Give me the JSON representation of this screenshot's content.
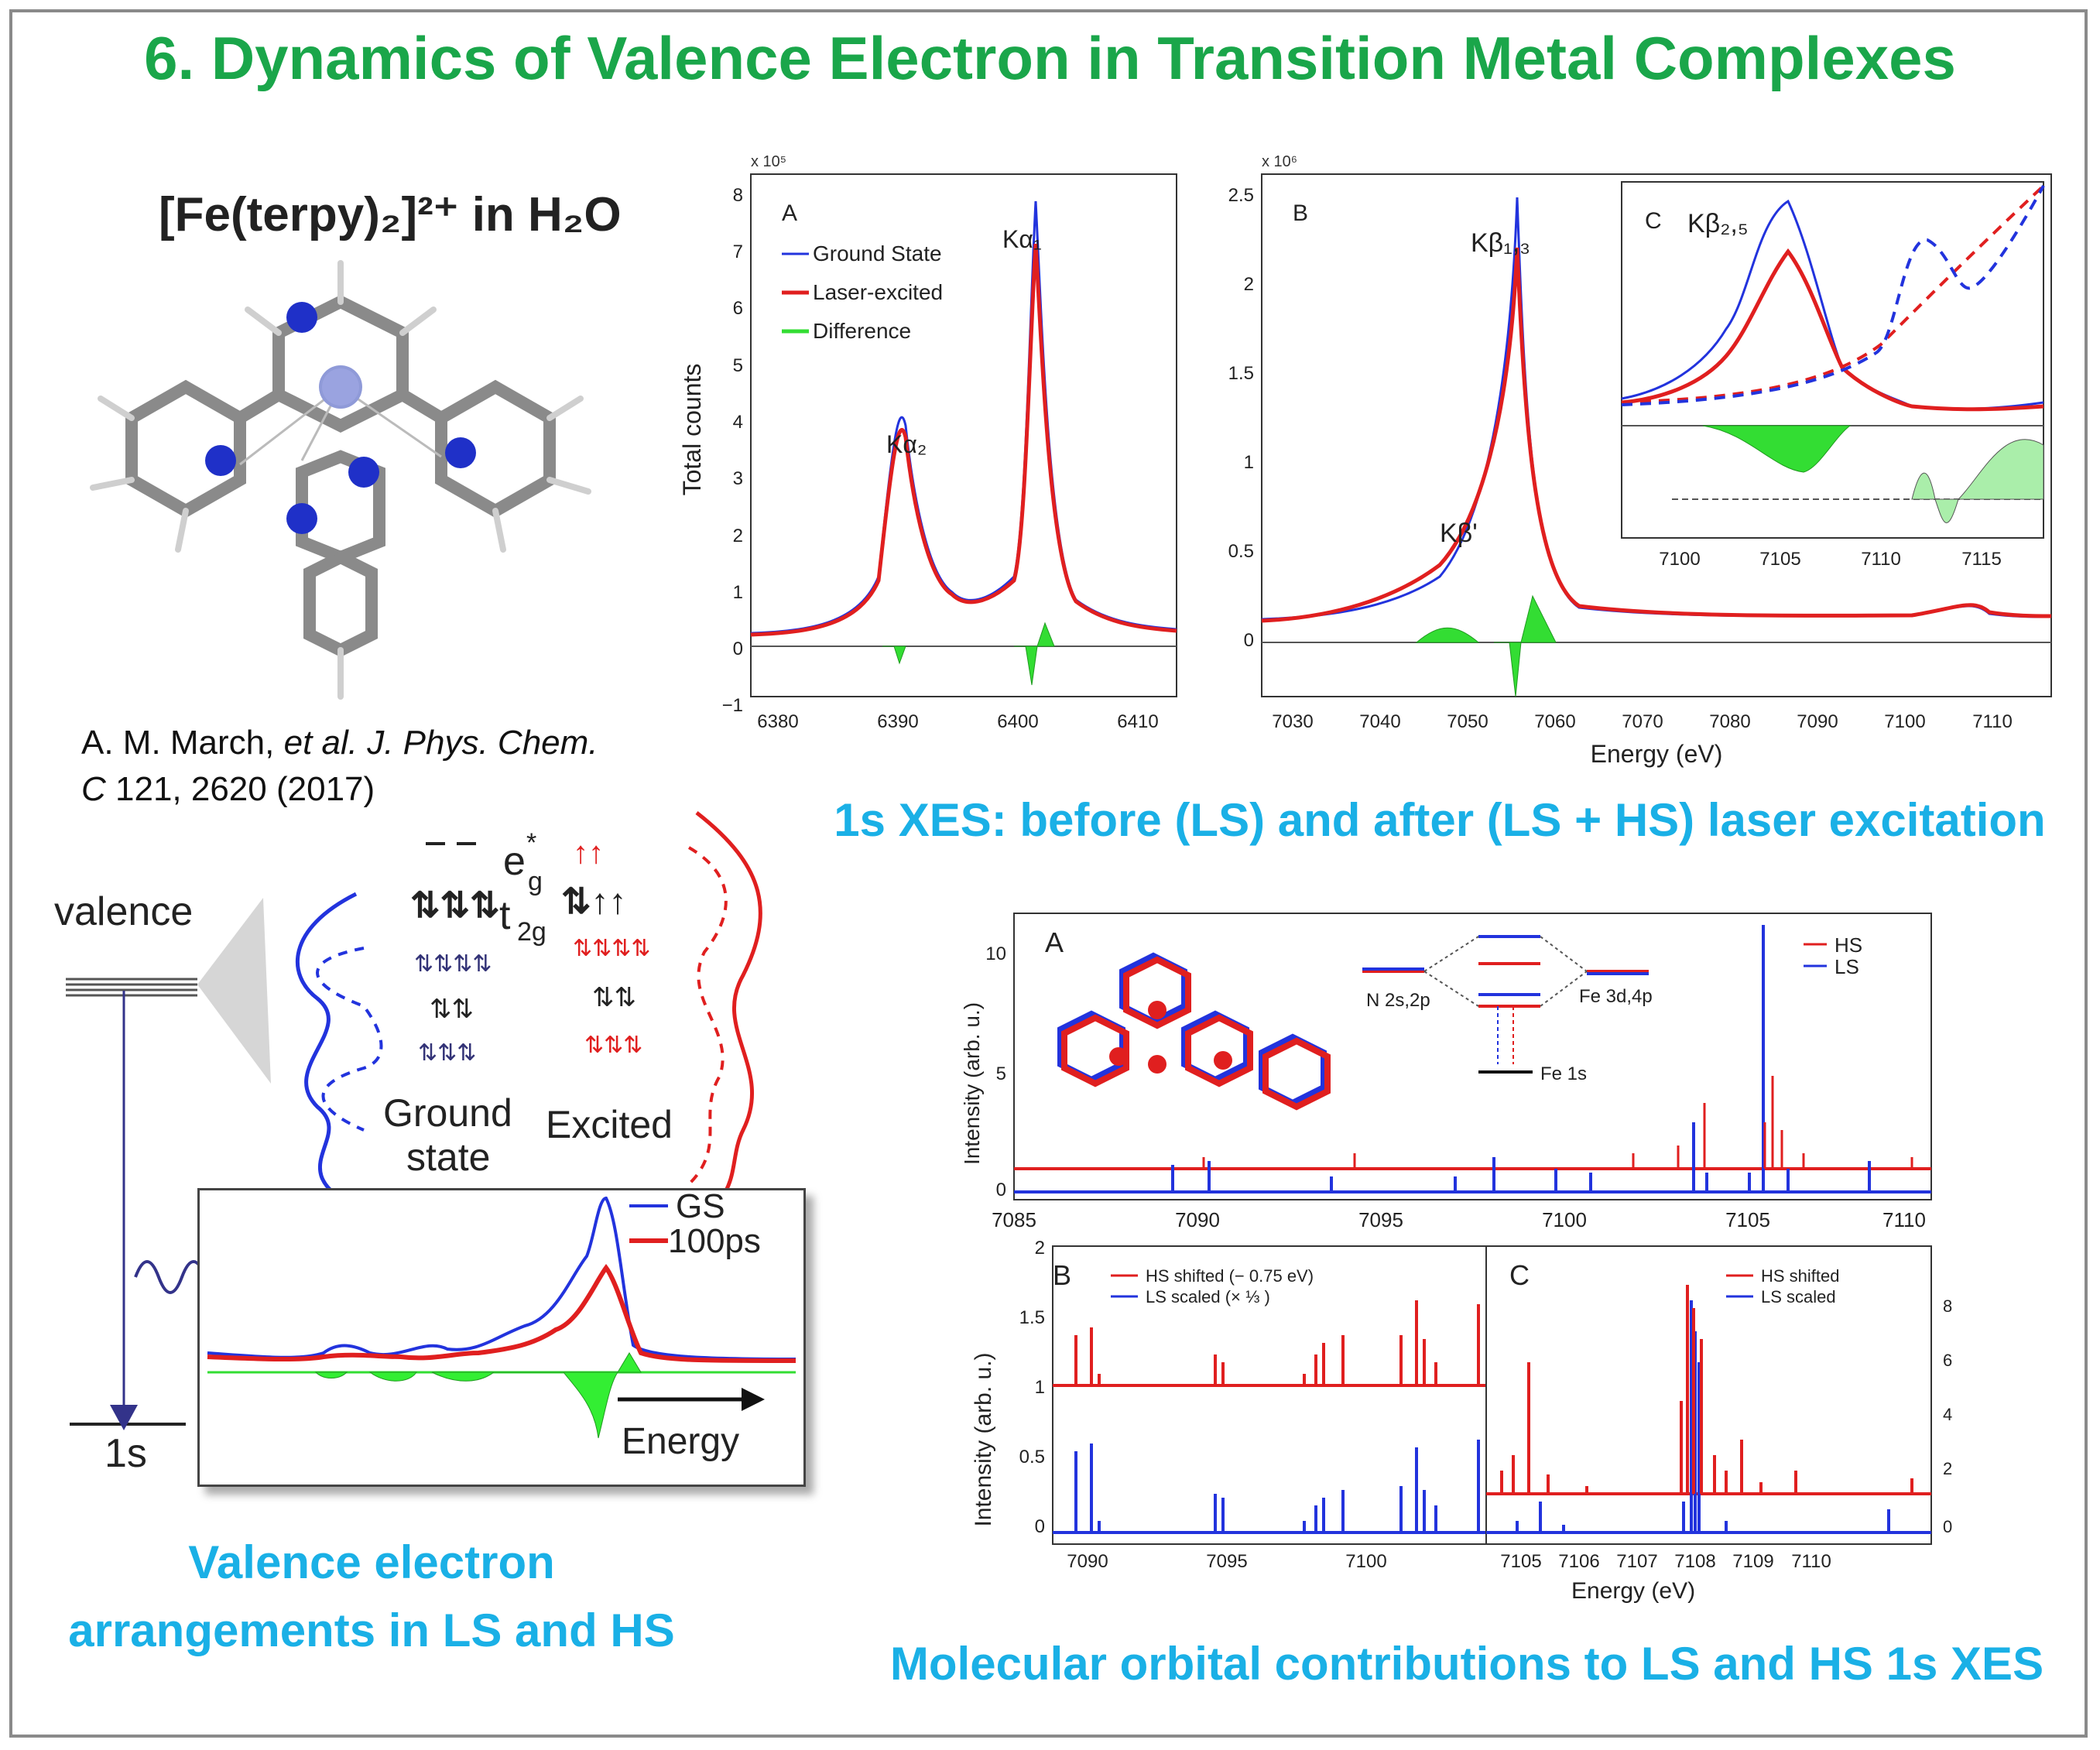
{
  "title": "6. Dynamics of Valence Electron in Transition Metal Complexes",
  "molecule_label": "[Fe(terpy)₂]²⁺ in H₂O",
  "citation": {
    "authors": "A. M. March, ",
    "etal": "et al. J. Phys. Chem.",
    "journal_c": "C",
    "rest": " 121, 2620 (2017)"
  },
  "captions": {
    "xes": "1s XES: before (LS) and after (LS + HS) laser excitation",
    "valence_line1": "Valence electron",
    "valence_line2": "arrangements in LS and HS",
    "mo": "Molecular orbital contributions to LS and HS 1s XES"
  },
  "colors": {
    "title": "#1aa64a",
    "caption": "#1ab0e6",
    "ground": "#2233dd",
    "excited": "#e01f1f",
    "difference": "#33dd33"
  },
  "xes_panel_A": {
    "label": "A",
    "scale": "x 10⁵",
    "ylabel": "Total counts",
    "yticks": [
      "8",
      "7",
      "6",
      "5",
      "4",
      "3",
      "2",
      "1",
      "0",
      "−1"
    ],
    "xticks": [
      "6380",
      "6390",
      "6400",
      "6410"
    ],
    "legend": [
      "Ground State",
      "Laser-excited",
      "Difference"
    ],
    "peak1": "Kα₂",
    "peak2": "Kα₁"
  },
  "xes_panel_B": {
    "label": "B",
    "scale": "x 10⁶",
    "yticks": [
      "2.5",
      "2",
      "1.5",
      "1",
      "0.5",
      "0"
    ],
    "xticks": [
      "7030",
      "7040",
      "7050",
      "7060",
      "7070",
      "7080",
      "7090",
      "7100",
      "7110"
    ],
    "xlabel": "Energy (eV)",
    "peak_main": "Kβ₁,₃",
    "peak_sat": "Kβ'"
  },
  "xes_panel_C": {
    "label": "C",
    "peak": "Kβ₂,₅",
    "xticks": [
      "7100",
      "7105",
      "7110",
      "7115"
    ]
  },
  "valence_diagram": {
    "valence": "valence",
    "core": "1s",
    "eg": "e",
    "eg_sub": "g",
    "eg_sup": "*",
    "t2g": "t",
    "t2g_sub": "2g",
    "ground_line1": "Ground",
    "ground_line2": "state",
    "excited": "Excited"
  },
  "inset_plot": {
    "legend": [
      "GS",
      "100ps"
    ],
    "axis": "Energy"
  },
  "mo_panel_A": {
    "label": "A",
    "ylabel": "Intensity (arb. u.)",
    "yticks": [
      "10",
      "5",
      "0"
    ],
    "xticks": [
      "7085",
      "7090",
      "7095",
      "7100",
      "7105",
      "7110"
    ],
    "legend": [
      "HS",
      "LS"
    ],
    "mo_left": "N 2s,2p",
    "mo_right": "Fe 3d,4p",
    "mo_bottom": "Fe 1s"
  },
  "mo_panel_B": {
    "label": "B",
    "ylabel": "Intensity (arb. u.)",
    "yticks": [
      "2",
      "1.5",
      "1",
      "0.5",
      "0"
    ],
    "xticks": [
      "7090",
      "7095",
      "7100"
    ],
    "legend": [
      "HS shifted (− 0.75 eV)",
      "LS scaled (× ⅓ )"
    ]
  },
  "mo_panel_C": {
    "label": "C",
    "yticks_right": [
      "8",
      "6",
      "4",
      "2",
      "0"
    ],
    "xticks": [
      "7105",
      "7106",
      "7107",
      "7108",
      "7109",
      "7110"
    ],
    "xlabel": "Energy (eV)",
    "legend": [
      "HS shifted",
      "LS scaled"
    ]
  }
}
